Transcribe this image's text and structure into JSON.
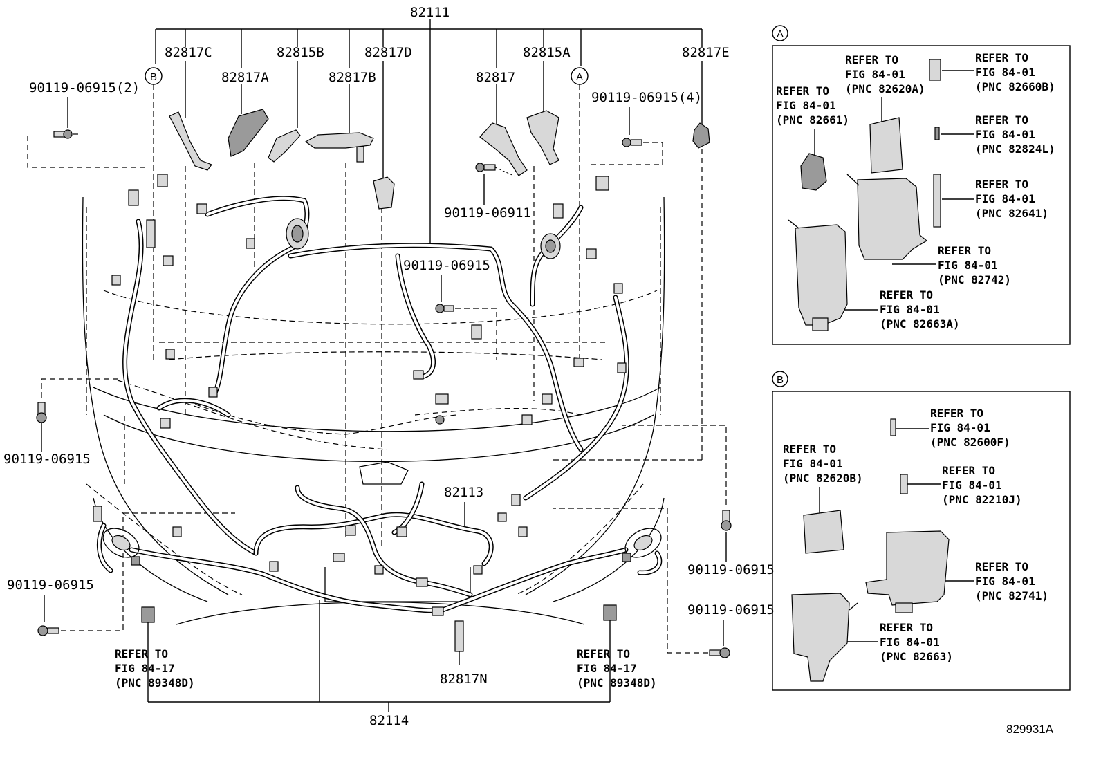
{
  "labels": {
    "main_harness": "82111",
    "p82817c": "82817C",
    "p82817a": "82817A",
    "p82815b": "82815B",
    "p82817b": "82817B",
    "p82817d": "82817D",
    "p82817": "82817",
    "p82815a": "82815A",
    "p82817e": "82817E",
    "bolt_2": "90119-06915(2)",
    "bolt_4": "90119-06915(4)",
    "bolt_06911": "90119-06911",
    "bolt_center": "90119-06915",
    "bolt_left": "90119-06915",
    "bolt_lower_left": "90119-06915",
    "bolt_right": "90119-06915",
    "bolt_lower_right": "90119-06915",
    "p82113": "82113",
    "p82817n": "82817N",
    "p82114": "82114",
    "figure_id": "829931A",
    "circle_a": "A",
    "circle_b": "B"
  },
  "refer_left": {
    "l1": "REFER TO",
    "l2": "FIG 84-17",
    "l3": "(PNC 89348D)"
  },
  "refer_right": {
    "l1": "REFER TO",
    "l2": "FIG 84-17",
    "l3": "(PNC 89348D)"
  },
  "inset_a": {
    "tag": "A",
    "r1": {
      "l1": "REFER TO",
      "l2": "FIG 84-01",
      "l3": "(PNC 82620A)"
    },
    "r2": {
      "l1": "REFER TO",
      "l2": "FIG 84-01",
      "l3": "(PNC 82660B)"
    },
    "r3": {
      "l1": "REFER TO",
      "l2": "FIG 84-01",
      "l3": "(PNC 82661)"
    },
    "r4": {
      "l1": "REFER TO",
      "l2": "FIG 84-01",
      "l3": "(PNC 82824L)"
    },
    "r5": {
      "l1": "REFER TO",
      "l2": "FIG 84-01",
      "l3": "(PNC 82641)"
    },
    "r6": {
      "l1": "REFER TO",
      "l2": "FIG 84-01",
      "l3": "(PNC 82742)"
    },
    "r7": {
      "l1": "REFER TO",
      "l2": "FIG 84-01",
      "l3": "(PNC 82663A)"
    }
  },
  "inset_b": {
    "tag": "B",
    "r1": {
      "l1": "REFER TO",
      "l2": "FIG 84-01",
      "l3": "(PNC 82600F)"
    },
    "r2": {
      "l1": "REFER TO",
      "l2": "FIG 84-01",
      "l3": "(PNC 82620B)"
    },
    "r3": {
      "l1": "REFER TO",
      "l2": "FIG 84-01",
      "l3": "(PNC 82210J)"
    },
    "r4": {
      "l1": "REFER TO",
      "l2": "FIG 84-01",
      "l3": "(PNC 82741)"
    },
    "r5": {
      "l1": "REFER TO",
      "l2": "FIG 84-01",
      "l3": "(PNC 82663)"
    }
  }
}
